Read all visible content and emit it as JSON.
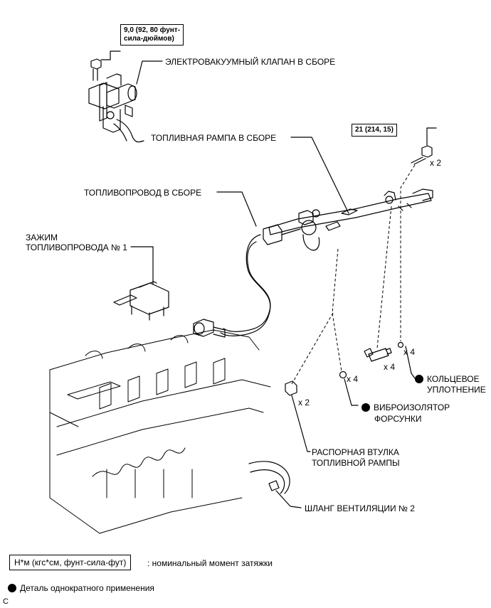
{
  "torque_labels": {
    "valve_bolt": "9,0 (92, 80 фунт-\nсила-дюймов)",
    "rail_bolt": "21 (214, 15)"
  },
  "quantities": {
    "rail_bolt": "x 2",
    "injector": "x 4",
    "o_ring": "x 4",
    "insulator": "x 4",
    "spacer": "x 2"
  },
  "parts": {
    "vsv": "ЭЛЕКТРОВАКУУМНЫЙ КЛАПАН В СБОРЕ",
    "delivery_pipe": "ТОПЛИВНАЯ РАМПА В СБОРЕ",
    "fuel_tube": "ТОПЛИВОПРОВОД В СБОРЕ",
    "clamp_line1": "ЗАЖИМ",
    "clamp_line2": "ТОПЛИВОПРОВОДА № 1",
    "o_ring_line1": "КОЛЬЦЕВОЕ",
    "o_ring_line2": "УПЛОТНЕНИЕ",
    "insulator_line1": "ВИБРОИЗОЛЯТОР",
    "insulator_line2": "ФОРСУНКИ",
    "spacer_line1": "РАСПОРНАЯ ВТУЛКА",
    "spacer_line2": "ТОПЛИВНОЙ РАМПЫ",
    "vent_hose": "ШЛАНГ ВЕНТИЛЯЦИИ № 2"
  },
  "legend": {
    "torque_box": "Н*м (кгс*см, фунт-сила-фут)",
    "torque_desc": ": номинальный момент затяжки",
    "non_reusable": "Деталь однократного применения"
  },
  "corner_code": "C"
}
